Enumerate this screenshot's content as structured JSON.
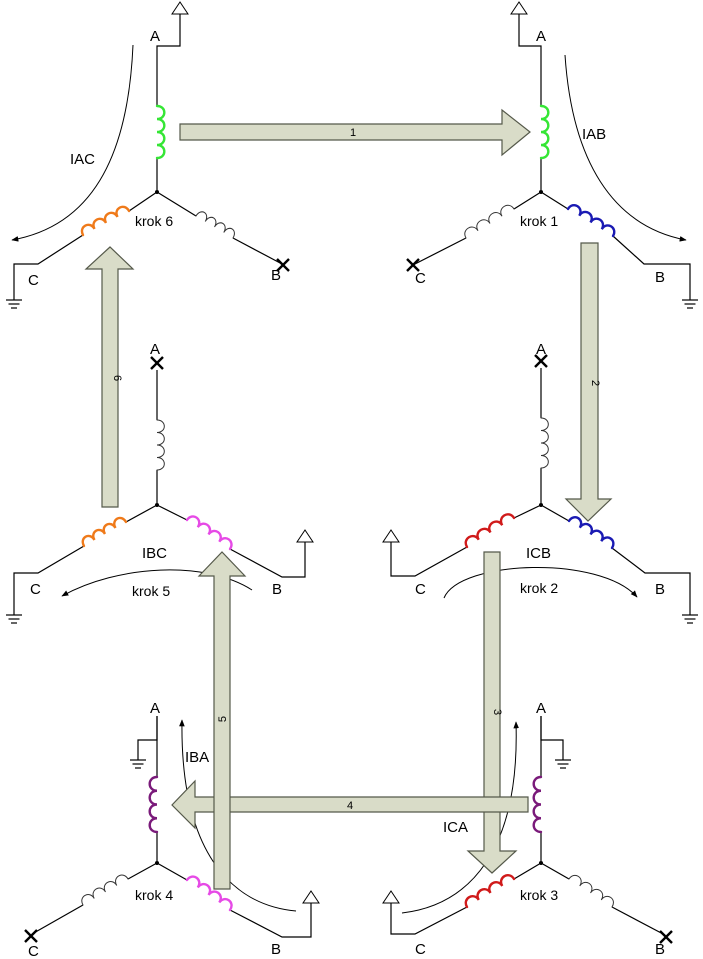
{
  "colors": {
    "background": "#ffffff",
    "arrow_fill": "#d9dcc8",
    "arrow_stroke": "#55594a",
    "coil_green": "#35e635",
    "coil_orange": "#ef7a1a",
    "coil_blue": "#1a1ab3",
    "coil_magenta": "#e64ae6",
    "coil_red": "#d01a1a",
    "coil_purple": "#7a1a7a",
    "coil_idle": "#333333"
  },
  "icons": [
    "ground-symbol",
    "terminal-flag",
    "disconnect-x",
    "curved-arrow"
  ],
  "panels": {
    "p6": {
      "A": "A",
      "B": "B",
      "C": "C",
      "step": "krok 6",
      "current": "IAC"
    },
    "p1": {
      "A": "A",
      "B": "B",
      "C": "C",
      "step": "krok 1",
      "current": "IAB"
    },
    "p5": {
      "A": "A",
      "B": "B",
      "C": "C",
      "step": "krok 5",
      "current": "IBC"
    },
    "p2": {
      "A": "A",
      "B": "B",
      "C": "C",
      "step": "krok 2",
      "current": "ICB"
    },
    "p4": {
      "A": "A",
      "B": "B",
      "C": "C",
      "step": "krok 4",
      "current": "IBA"
    },
    "p3": {
      "A": "A",
      "B": "B",
      "C": "C",
      "step": "krok 3",
      "current": "ICA"
    }
  },
  "transitions": [
    "1",
    "2",
    "3",
    "4",
    "5",
    "6"
  ]
}
